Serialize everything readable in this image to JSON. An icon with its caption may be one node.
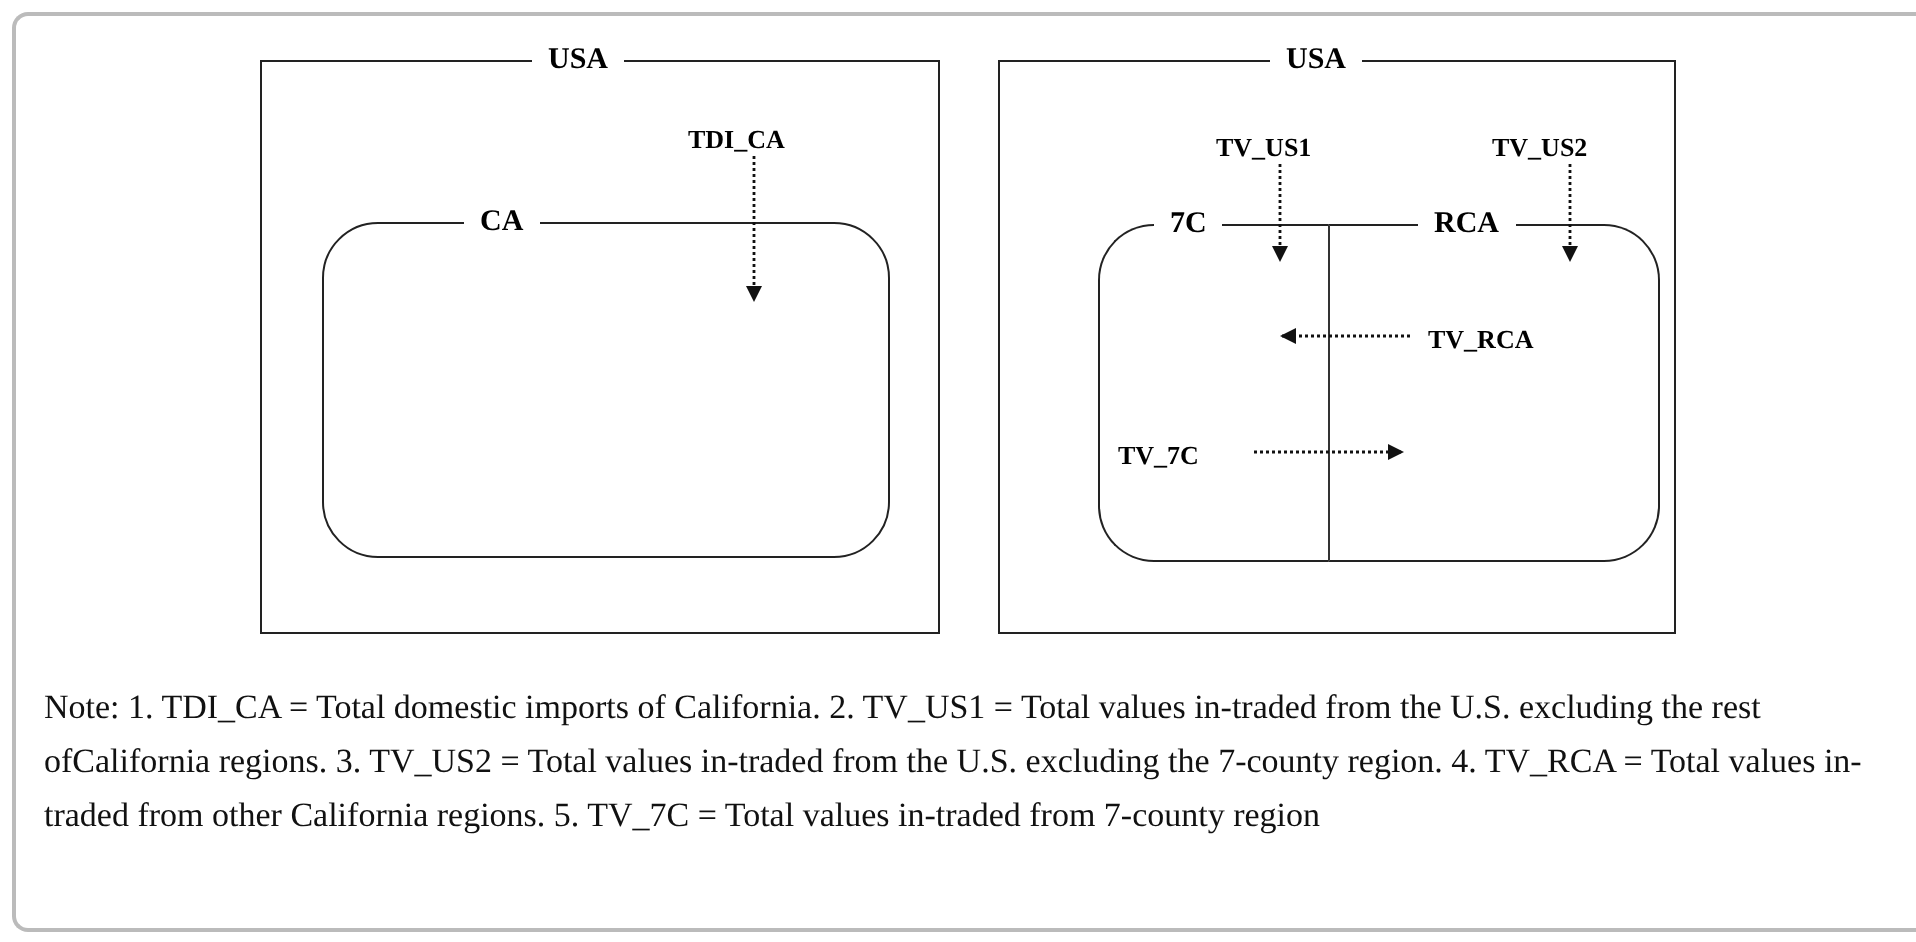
{
  "diagram": {
    "nodes": [
      {
        "text": [
          "USA"
        ]
      },
      {
        "text": [
          "CA"
        ],
        "in": 0
      },
      {
        "text": [
          "TDI_CA"
        ],
        "in": 0
      },
      {
        "text": [
          "USA"
        ]
      },
      {
        "text": [
          "7C"
        ],
        "in": 3
      },
      {
        "text": [
          "RCA"
        ],
        "in": 3
      },
      {
        "text": [
          "TV_US1"
        ],
        "in": 3
      },
      {
        "text": [
          "TV_US2"
        ],
        "in": 3
      },
      {
        "text": [
          "TV_RCA"
        ],
        "in": 5
      },
      {
        "text": [
          "TV_7C"
        ],
        "in": 4
      }
    ],
    "edges": [
      {
        "from": 2,
        "to": 1,
        "arrow": "to",
        "style": "dashed"
      },
      {
        "from": 6,
        "to": 4,
        "arrow": "to",
        "style": "dashed"
      },
      {
        "from": 7,
        "to": 5,
        "arrow": "to",
        "style": "dashed"
      },
      {
        "from": 8,
        "to": 4,
        "arrow": "to",
        "style": "dashed"
      },
      {
        "from": 9,
        "to": 5,
        "arrow": "to",
        "style": "dashed"
      }
    ],
    "labels": [
      "Note: 1. TDI_CA = Total domestic imports of California. 2. TV_US1 = Total values in-traded from the U.S. excluding the rest ofCalifornia regions. 3. TV_US2 = Total values in-traded from the U.S. excluding the 7-county region. 4. TV_RCA = Total values in-traded from other California regions. 5. TV_7C = Total values in-traded from 7-county region"
    ]
  }
}
